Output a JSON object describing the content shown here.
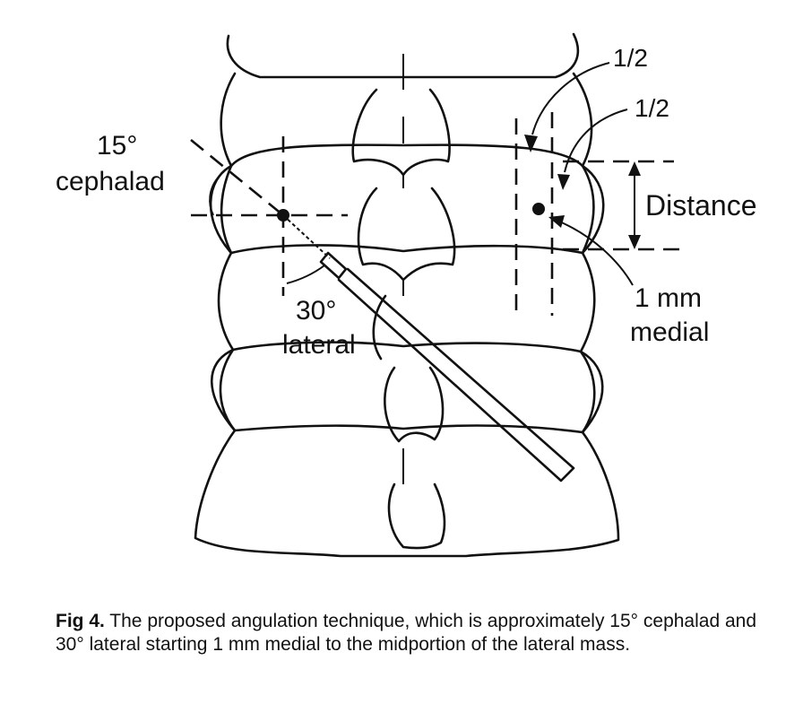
{
  "labels": {
    "cephalad_angle": "15°",
    "cephalad_word": "cephalad",
    "lateral_angle": "30°",
    "lateral_word": "lateral",
    "half_top": "1/2",
    "half_bottom": "1/2",
    "distance": "Distance",
    "medial_amount": "1 mm",
    "medial_word": "medial"
  },
  "caption": {
    "prefix": "Fig 4.",
    "text": " The proposed angulation technique, which is approximately 15° cephalad and 30° lateral starting 1 mm medial to the midportion of the lateral mass."
  }
}
